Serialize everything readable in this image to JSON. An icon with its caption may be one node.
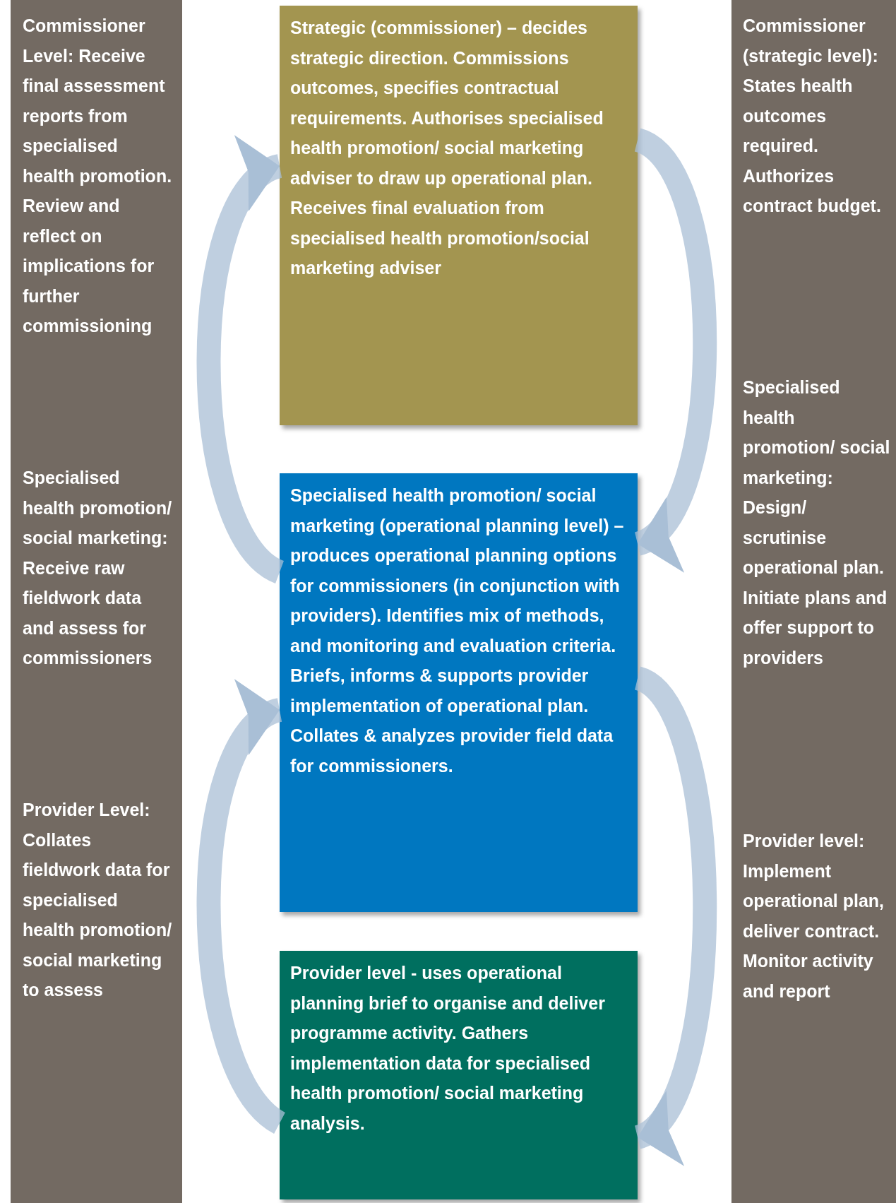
{
  "diagram": {
    "nodes": [
      {
        "text": [
          "Commissioner Level: Receive final assessment reports from specialised health promotion. Review and reflect on implications for further commissioning",
          "Specialised health promotion/ social marketing: Receive raw fieldwork data and assess for commissioners",
          "Provider Level: Collates fieldwork data for specialised health promotion/ social marketing to assess"
        ]
      },
      {
        "text": [
          "Strategic (commissioner) – decides strategic direction. Commissions outcomes, specifies contractual requirements. Authorises specialised health promotion/ social marketing adviser to draw up operational plan. Receives final evaluation from specialised health promotion/social marketing adviser"
        ]
      },
      {
        "text": [
          "Specialised health promotion/ social marketing (operational planning level) – produces operational planning options for commissioners (in conjunction with providers). Identifies mix of methods, and monitoring and evaluation criteria. Briefs, informs & supports provider implementation of operational plan. Collates & analyzes provider field data for commissioners."
        ]
      },
      {
        "text": [
          "Provider level - uses operational planning brief to organise and deliver programme activity. Gathers implementation data for specialised health promotion/ social marketing analysis."
        ]
      },
      {
        "text": [
          "Commissioner (strategic level): States health outcomes required. Authorizes contract budget.",
          "Specialised health promotion/ social marketing: Design/ scrutinise operational plan. Initiate plans and offer support to providers",
          "Provider level: Implement operational plan, deliver contract. Monitor activity and report"
        ]
      }
    ],
    "edges": [
      {
        "from": 2,
        "to": 1,
        "arrow": "to"
      },
      {
        "from": 3,
        "to": 2,
        "arrow": "to"
      },
      {
        "from": 1,
        "to": 2,
        "arrow": "to"
      },
      {
        "from": 2,
        "to": 3,
        "arrow": "to"
      }
    ]
  }
}
